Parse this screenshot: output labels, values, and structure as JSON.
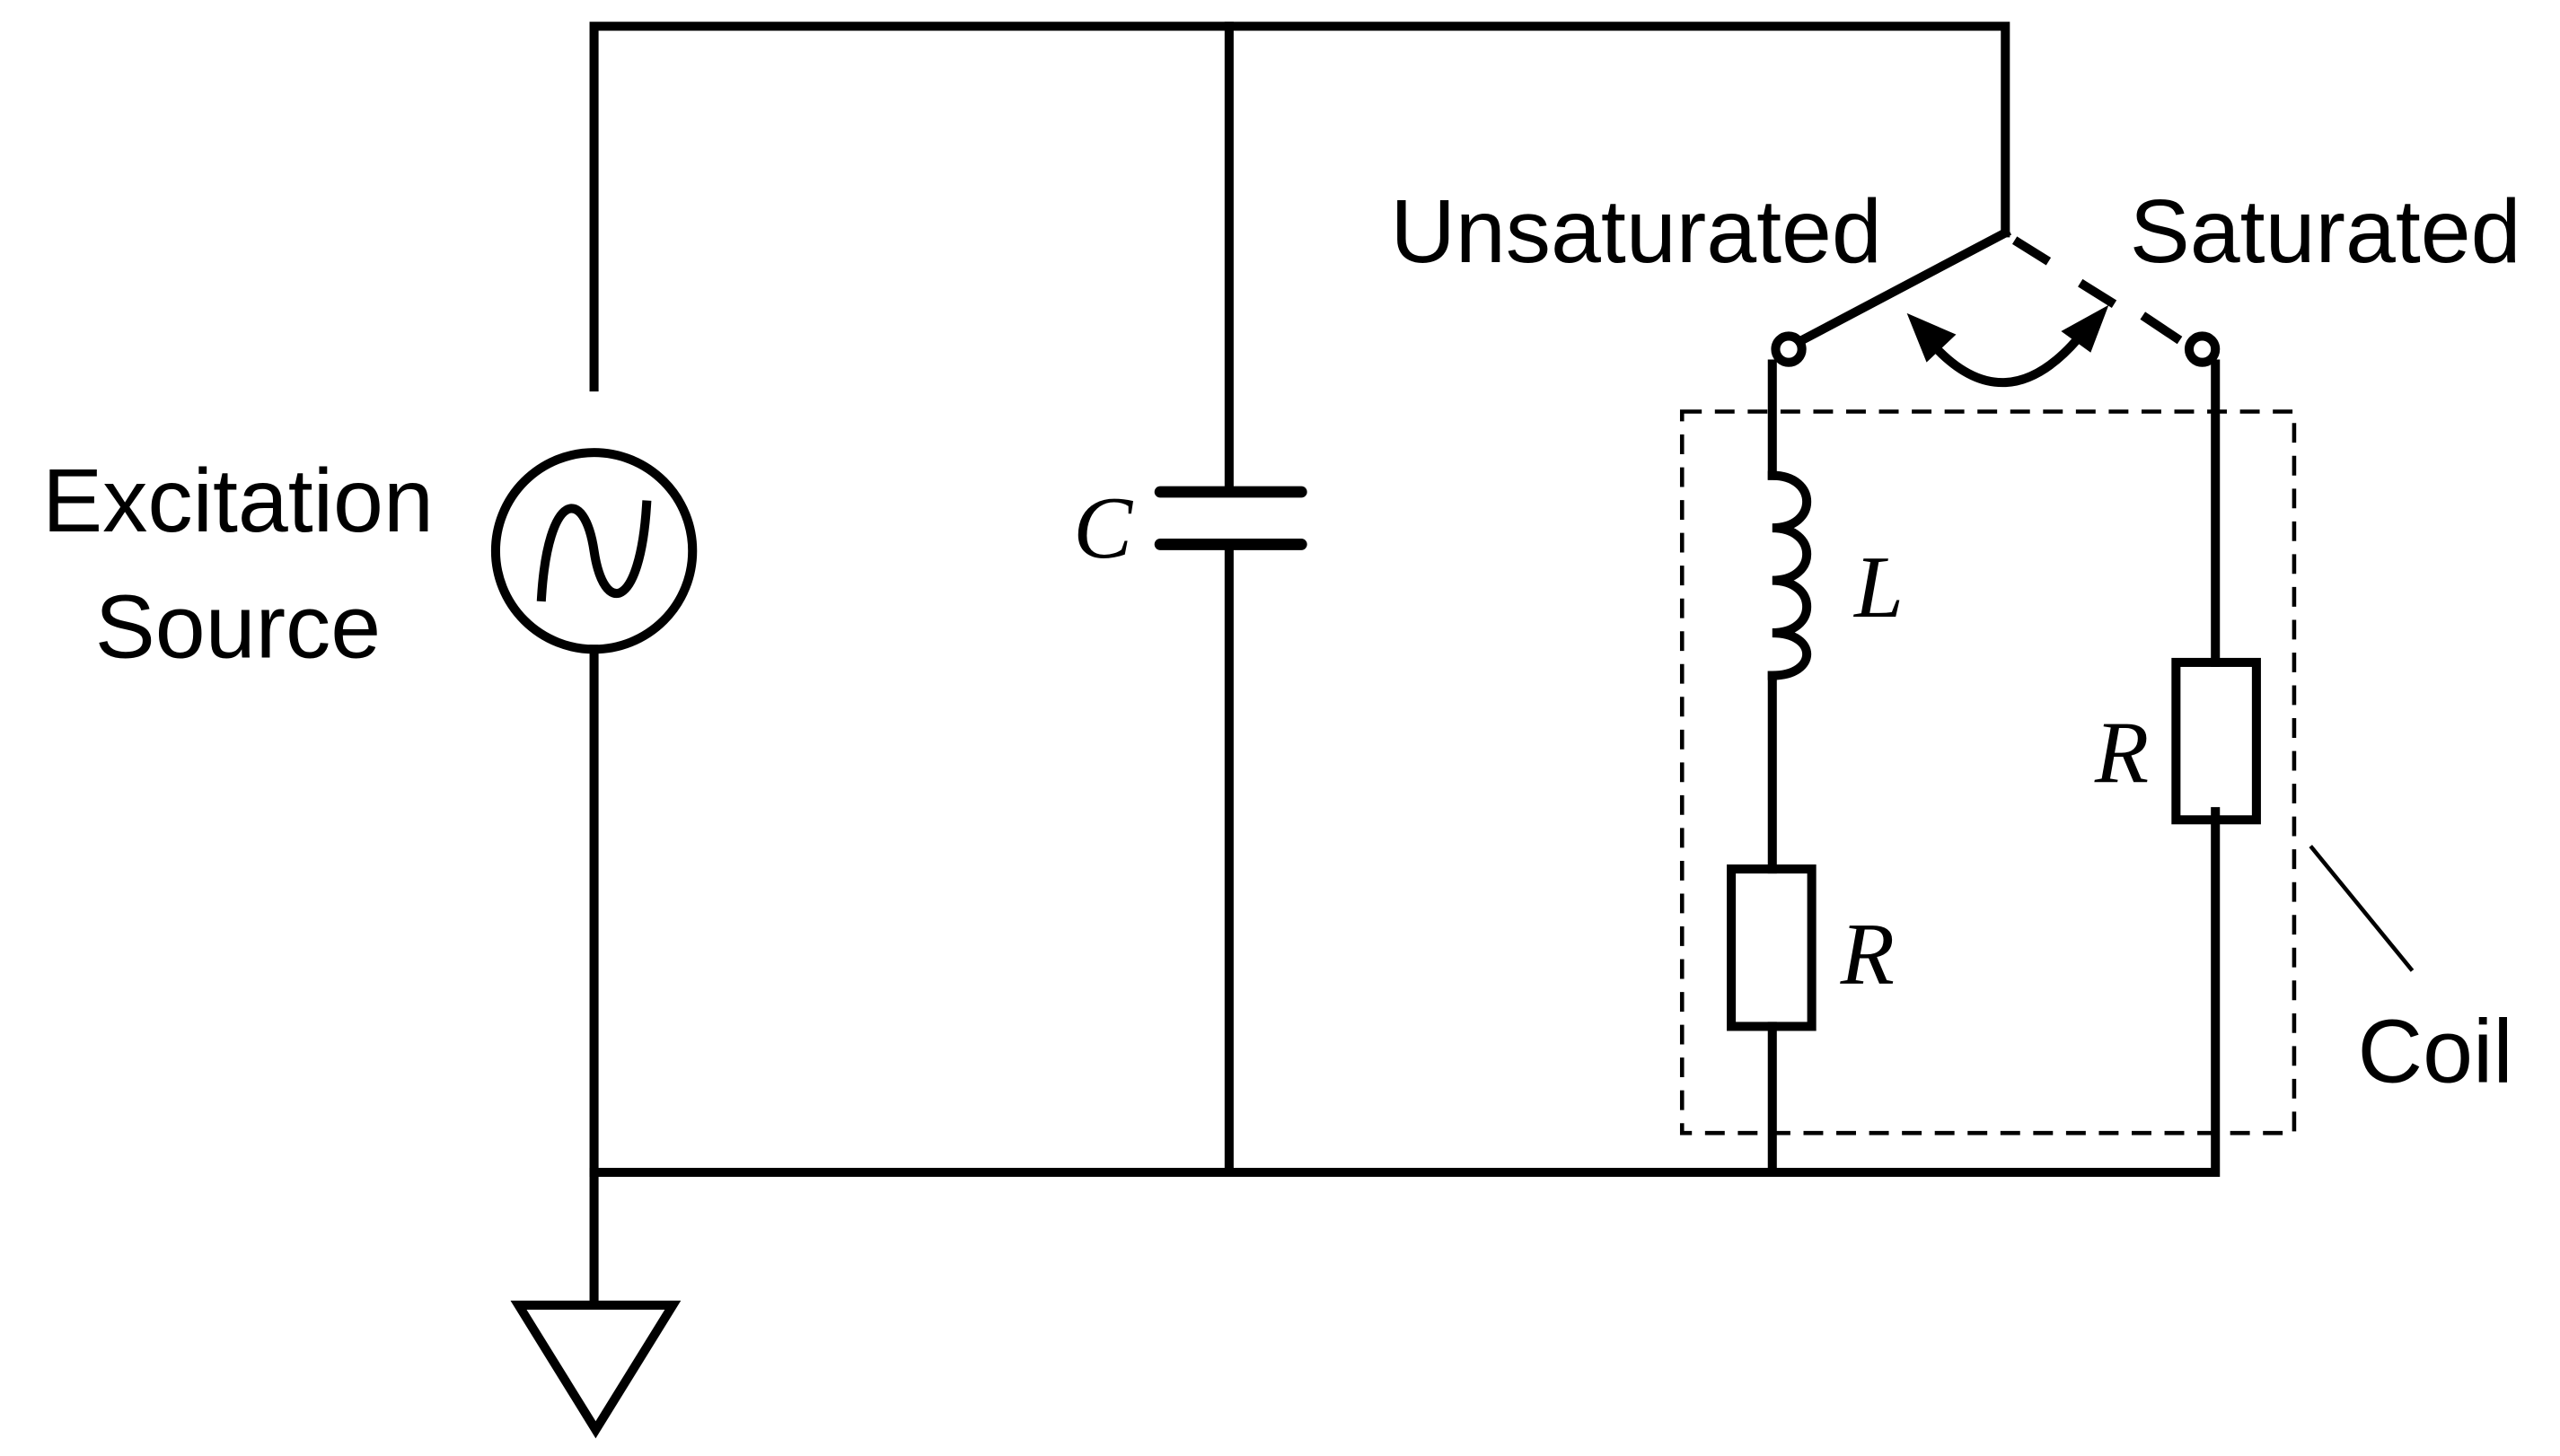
{
  "labels": {
    "source_line1": "Excitation",
    "source_line2": "Source",
    "capacitor": "C",
    "inductor": "L",
    "resistor_coil": "R",
    "resistor_saturated": "R",
    "switch_unsaturated": "Unsaturated",
    "switch_saturated": "Saturated",
    "coil": "Coil"
  }
}
